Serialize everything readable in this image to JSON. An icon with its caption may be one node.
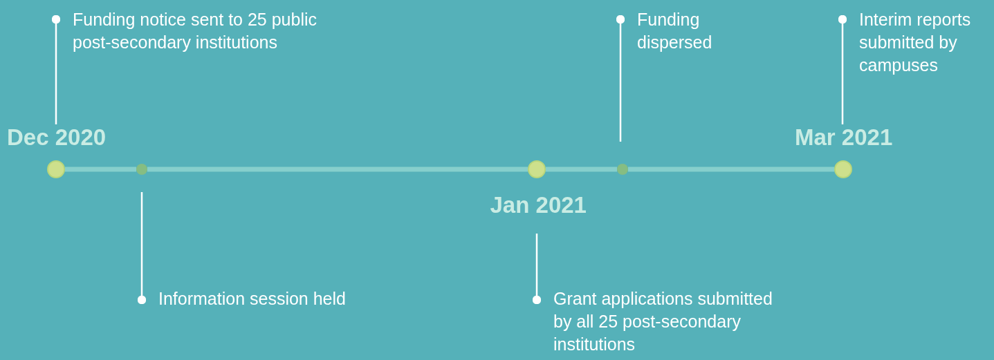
{
  "diagram": {
    "nodes": [
      {
        "text": [
          "Funding notice sent to 25 public post-secondary institutions"
        ]
      },
      {
        "text": [
          "Funding dispersed"
        ]
      },
      {
        "text": [
          "Interim reports submitted by campuses"
        ]
      },
      {
        "text": [],
        "shape": "circle",
        "beside": [
          "Dec 2020"
        ]
      },
      {
        "text": [],
        "shape": "circle"
      },
      {
        "text": [],
        "shape": "circle",
        "beside": [
          "Jan 2021"
        ]
      },
      {
        "text": [],
        "shape": "circle"
      },
      {
        "text": [],
        "shape": "circle",
        "beside": [
          "Mar 2021"
        ]
      },
      {
        "text": [
          "Information session held"
        ]
      },
      {
        "text": [
          "Grant applications submitted by all 25 post-secondary institutions"
        ]
      }
    ],
    "edges": [
      {
        "from": 0,
        "to": 3,
        "arrow": "other"
      },
      {
        "from": 1,
        "to": 6,
        "arrow": "other"
      },
      {
        "from": 2,
        "to": 7,
        "arrow": "other"
      },
      {
        "from": 8,
        "to": 4,
        "arrow": "other"
      },
      {
        "from": 9,
        "to": 5,
        "arrow": "other"
      },
      {
        "from": 3,
        "to": 4,
        "arrow": "none",
        "style": "thick",
        "color": "#86cfcc"
      },
      {
        "from": 4,
        "to": 5,
        "arrow": "none",
        "style": "thick",
        "color": "#86cfcc"
      },
      {
        "from": 5,
        "to": 6,
        "arrow": "none",
        "style": "thick",
        "color": "#86cfcc"
      },
      {
        "from": 6,
        "to": 7,
        "arrow": "none",
        "style": "thick",
        "color": "#86cfcc"
      }
    ]
  }
}
